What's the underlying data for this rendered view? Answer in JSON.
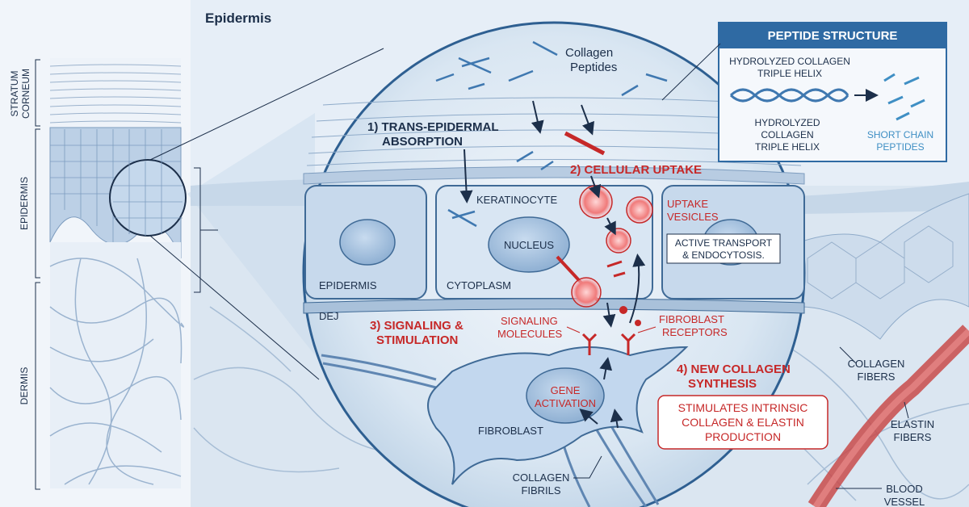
{
  "header": {
    "title": "Epidermis"
  },
  "layers": {
    "stratum": [
      "STRATUM",
      "CORNEUM"
    ],
    "epidermis": "EPIDERMIS",
    "dermis": "DERMIS"
  },
  "peptides": {
    "label": [
      "Collagen",
      "Peptides"
    ]
  },
  "steps": {
    "step1": [
      "1) TRANS-EPIDERMAL",
      "ABSORPTION"
    ],
    "step2": "2) CELLULAR UPTAKE",
    "step3": [
      "3) SIGNALING &",
      "STIMULATION"
    ],
    "step4": [
      "4) NEW COLLAGEN",
      "SYNTHESIS"
    ]
  },
  "cells": {
    "keratinocyte": "KERATINOCYTE",
    "nucleus": "NUCLEUS",
    "epidermis": "EPIDERMIS",
    "cytoplasm": "CYTOPLASM",
    "dej": "DEJ",
    "uptake_vesicles": [
      "UPTAKE",
      "VESICLES"
    ],
    "active_transport": [
      "ACTIVE TRANSPORT",
      "& ENDOCYTOSIS."
    ],
    "signaling_molecules": [
      "SIGNALING",
      "MOLECULES"
    ],
    "fibroblast_receptors": [
      "FIBROBLAST",
      "RECEPTORS"
    ],
    "gene_activation": [
      "GENE",
      "ACTIVATION"
    ],
    "fibroblast": "FIBROBLAST",
    "collagen_fibrils": [
      "COLLAGEN",
      "FIBRILS"
    ],
    "stimulates": [
      "STIMULATES INTRINSIC",
      "COLLAGEN & ELASTIN",
      "PRODUCTION"
    ]
  },
  "right_labels": {
    "collagen_fibers": [
      "COLLAGEN",
      "FIBERS"
    ],
    "elastin_fibers": [
      "ELASTIN",
      "FIBERS"
    ],
    "blood_vessel": [
      "BLOOD",
      "VESSEL"
    ]
  },
  "peptide_structure": {
    "title": "PEPTIDE STRUCTURE",
    "top_label": [
      "HYDROLYZED COLLAGEN",
      "TRIPLE HELIX"
    ],
    "bottom_label": [
      "HYDROLYZED",
      "COLLAGEN",
      "TRIPLE HELIX"
    ],
    "short_label": [
      "SHORT CHAIN",
      "PEPTIDES"
    ]
  },
  "colors": {
    "accent_red": "#c62828",
    "navy": "#1c2f4a",
    "blue": "#3f78b0",
    "box_header": "#2f6aa3"
  }
}
